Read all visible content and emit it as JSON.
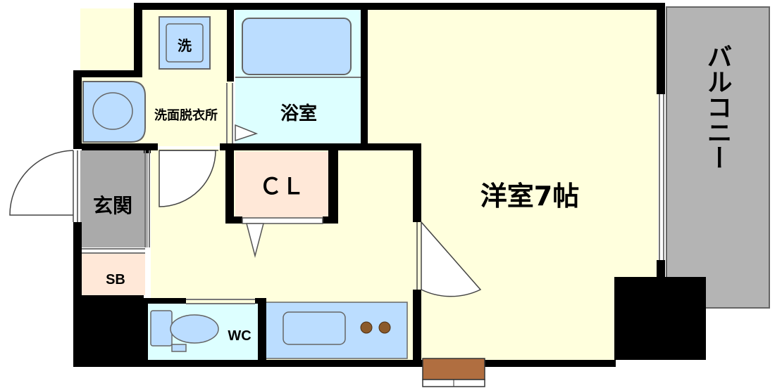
{
  "rooms": {
    "western": "洋室7帖",
    "bath": "浴室",
    "washroom": "洗面脱衣所",
    "washer": "洗",
    "entrance": "玄関",
    "shoe_box": "SB",
    "closet": "ＣＬ",
    "toilet": "WC",
    "balcony": "バルコニー"
  },
  "colors": {
    "room_floor": "#FFFFDD",
    "bath_blue": "#DDFFFF",
    "fixture_blue": "#BBDDFF",
    "entrance_gray": "#AAAAAA",
    "closet_pink": "#FFE8D8",
    "balcony_gray": "#B4B4B4",
    "wall": "#000000",
    "door_wood": "#B06E40"
  }
}
